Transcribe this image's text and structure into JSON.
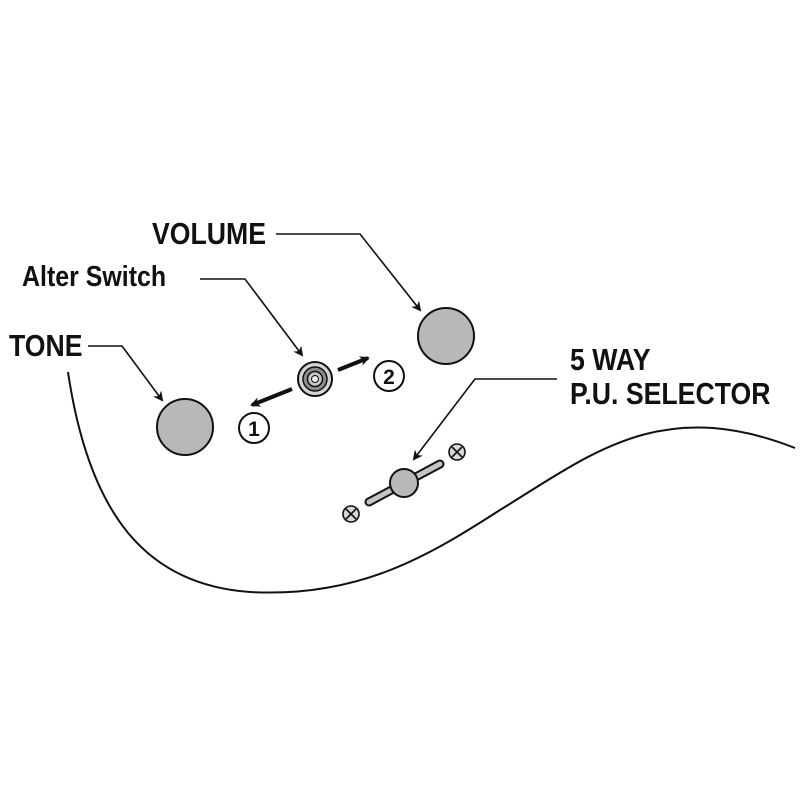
{
  "labels": {
    "volume": "VOLUME",
    "alter_switch": "Alter Switch",
    "tone": "TONE",
    "five_way_line1": "5 WAY",
    "five_way_line2": "P.U. SELECTOR"
  },
  "positions": {
    "one": "1",
    "two": "2"
  },
  "colors": {
    "knob_fill": "#b8b8b8",
    "line": "#111111",
    "background": "#ffffff"
  },
  "icons": {
    "switch": "toggle-switch-icon",
    "selector": "slider-selector-icon",
    "screw": "phillips-screw-icon"
  }
}
